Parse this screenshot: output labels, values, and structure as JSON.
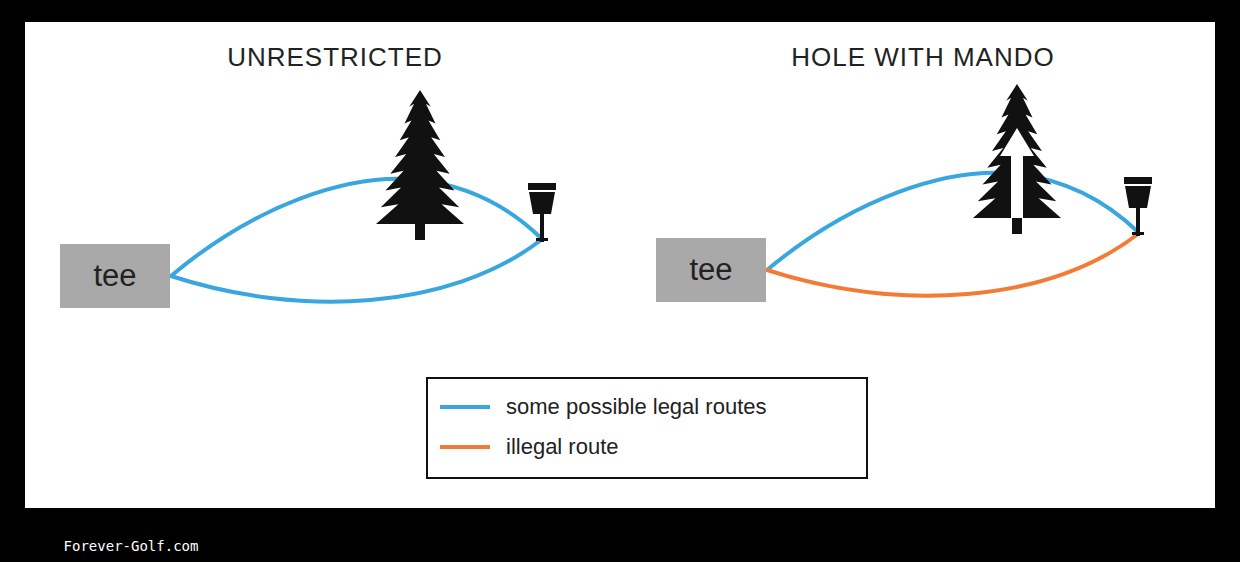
{
  "diagram": {
    "nodes": [
      {
        "text": [
          "tee"
        ]
      },
      {
        "text": [
          "tee"
        ]
      }
    ],
    "labels": [
      "UNRESTRICTED",
      "HOLE WITH MANDO",
      "Forever-Golf.com"
    ],
    "legend": [
      {
        "text": "some possible legal routes"
      },
      {
        "text": "illegal route"
      }
    ]
  }
}
